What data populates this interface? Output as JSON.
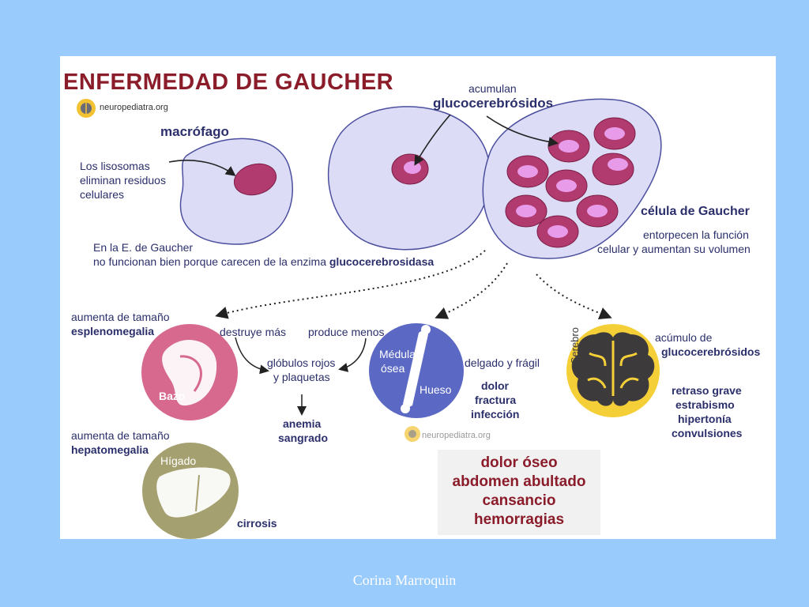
{
  "title": "ENFERMEDAD DE GAUCHER",
  "logo": {
    "text": "neuropediatra.org"
  },
  "cells": {
    "macrophage_label": "macrófago",
    "lysosome_note": [
      "Los lisosomas",
      "eliminan residuos",
      "celulares"
    ],
    "accumulate_label": "acumulan",
    "accumulate_bold": "glucocerebrósidos",
    "gaucher_cell_label": "célula de Gaucher",
    "gaucher_cell_note": [
      "entorpecen la función",
      "celular y aumentan su volumen"
    ],
    "enzyme_note_line1": "En la E. de Gaucher",
    "enzyme_note_line2": "no funcionan bien porque carecen de la enzima",
    "enzyme_name": "glucocerebrosidasa"
  },
  "spleen": {
    "note": "aumenta de tamaño",
    "term": "esplenomegalia",
    "organ": "Bazo"
  },
  "blood": {
    "destroys": "destruye más",
    "produces": "produce menos",
    "cells": [
      "glóbulos rojos",
      "y plaquetas"
    ],
    "results": [
      "anemia",
      "sangrado"
    ]
  },
  "bone": {
    "marrow": [
      "Médula",
      "ósea"
    ],
    "organ": "Hueso",
    "note": "delgado y frágil",
    "effects": [
      "dolor",
      "fractura",
      "infección"
    ]
  },
  "brain": {
    "organ": "Cerebro",
    "note_line1": "acúmulo de",
    "note_line2": "glucocerebrósidos",
    "effects": [
      "retraso grave",
      "estrabismo",
      "hipertonía",
      "convulsiones"
    ]
  },
  "liver": {
    "note": "aumenta de tamaño",
    "term": "hepatomegalia",
    "organ": "Hígado",
    "effect": "cirrosis"
  },
  "symptoms": [
    "dolor óseo",
    "abdomen abultado",
    "cansancio",
    "hemorragias"
  ],
  "footer": "Corina Marroquin",
  "colors": {
    "background": "#99cbfd",
    "title": "#8b1c2a",
    "text": "#2b2f6b",
    "cell_fill": "#dcdcf7",
    "nucleus": "#b13a6e",
    "vacuole": "#e79be9",
    "spleen": "#d6698d",
    "bone": "#5c69c4",
    "brain": "#f4cf38",
    "liver": "#a5a070"
  }
}
